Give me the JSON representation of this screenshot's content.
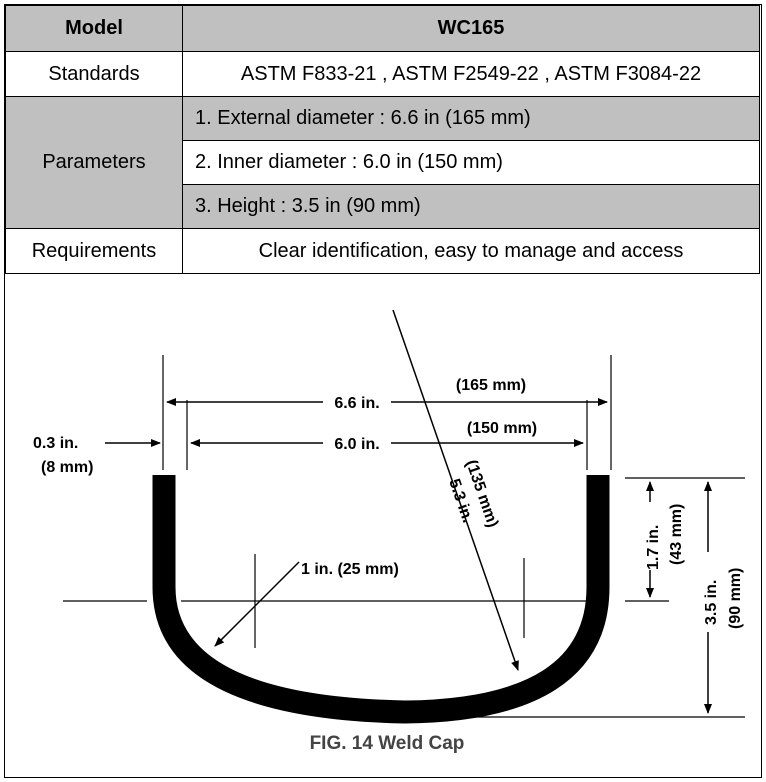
{
  "table": {
    "header": {
      "model_label": "Model",
      "model_value": "WC165"
    },
    "standards": {
      "label": "Standards",
      "value": "ASTM F833-21 , ASTM F2549-22 , ASTM F3084-22"
    },
    "parameters": {
      "label": "Parameters",
      "items": [
        "1.  External diameter : 6.6 in (165 mm)",
        "2.  Inner diameter : 6.0 in (150 mm)",
        "3.  Height : 3.5 in (90 mm)"
      ]
    },
    "requirements": {
      "label": "Requirements",
      "value": "Clear identification, easy to manage and access"
    }
  },
  "figure": {
    "caption": "FIG. 14 Weld Cap",
    "dims": {
      "external_in": "6.6 in.",
      "external_mm": "(165 mm)",
      "inner_in": "6.0 in.",
      "inner_mm": "(150 mm)",
      "wall_in": "0.3 in.",
      "wall_mm": "(8 mm)",
      "radius_in": "5.3 in.",
      "radius_mm": "(135 mm)",
      "knuckle": "1 in. (25 mm)",
      "straight_in": "1.7 in.",
      "straight_mm": "(43 mm)",
      "height_in": "3.5 in.",
      "height_mm": "(90 mm)"
    }
  },
  "colors": {
    "header_bg": "#c0c0c0",
    "shaded_row_bg": "#c0c0c0",
    "caption": "#444444"
  }
}
